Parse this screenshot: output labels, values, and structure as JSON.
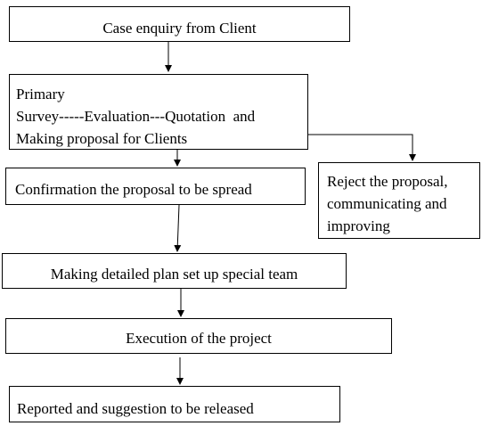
{
  "flowchart": {
    "steps": {
      "enquiry": "Case enquiry from Client",
      "primary": [
        "Primary",
        "Survey-----Evaluation---Quotation  and",
        "Making proposal for Clients"
      ],
      "confirm": "Confirmation the proposal to be spread",
      "reject": [
        "Reject the proposal,",
        "communicating and",
        "improving"
      ],
      "plan": "Making detailed plan set up special team",
      "execution": "Execution of the project",
      "reported": "Reported and suggestion to be released"
    }
  }
}
